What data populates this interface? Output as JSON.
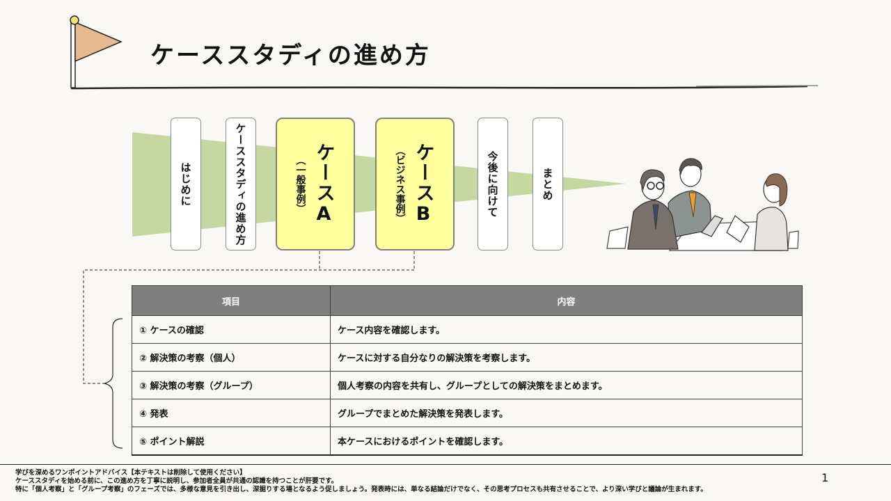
{
  "header": {
    "title": "ケーススタディの進め方",
    "flag_color": "#e7b98f",
    "flag_knob_color": "#f3e07a"
  },
  "process": {
    "arrow_color": "#c5d8a2",
    "steps": [
      {
        "label": "はじめに",
        "type": "small"
      },
      {
        "label": "ケーススタディの進め方",
        "type": "small"
      },
      {
        "label": "ケースA",
        "sub": "（一般事例）",
        "type": "highlight"
      },
      {
        "label": "ケースB",
        "sub": "（ビジネス事例）",
        "type": "highlight"
      },
      {
        "label": "今後に向けて",
        "type": "small"
      },
      {
        "label": "まとめ",
        "type": "small"
      }
    ],
    "highlight_color": "#ffff9e",
    "illustration": "business-meeting-illustration"
  },
  "table": {
    "headers": [
      "項目",
      "内容"
    ],
    "header_color": "#7f7f7f",
    "rows": [
      [
        "① ケースの確認",
        "ケース内容を確認します。"
      ],
      [
        "② 解決策の考察（個人）",
        "ケースに対する自分なりの解決策を考察します。"
      ],
      [
        "③ 解決策の考察（グループ）",
        "個人考察の内容を共有し、グループとしての解決策をまとめます。"
      ],
      [
        "④ 発表",
        "グループでまとめた解決策を発表します。"
      ],
      [
        "⑤ ポイント解説",
        "本ケースにおけるポイントを確認します。"
      ]
    ]
  },
  "footer": {
    "notes": [
      "学びを深めるワンポイントアドバイス【本テキストは削除して使用ください】",
      "ケーススタディを始める前に、この進め方を丁寧に説明し、参加者全員が共通の認識を持つことが肝要です。",
      "特に「個人考察」と「グループ考察」のフェーズでは、多様な意見を引き出し、深掘りする場となるよう促しましょう。発表時には、単なる結論だけでなく、その思考プロセスも共有させることで、より深い学びと議論が生まれます。"
    ],
    "page_number": "1"
  }
}
